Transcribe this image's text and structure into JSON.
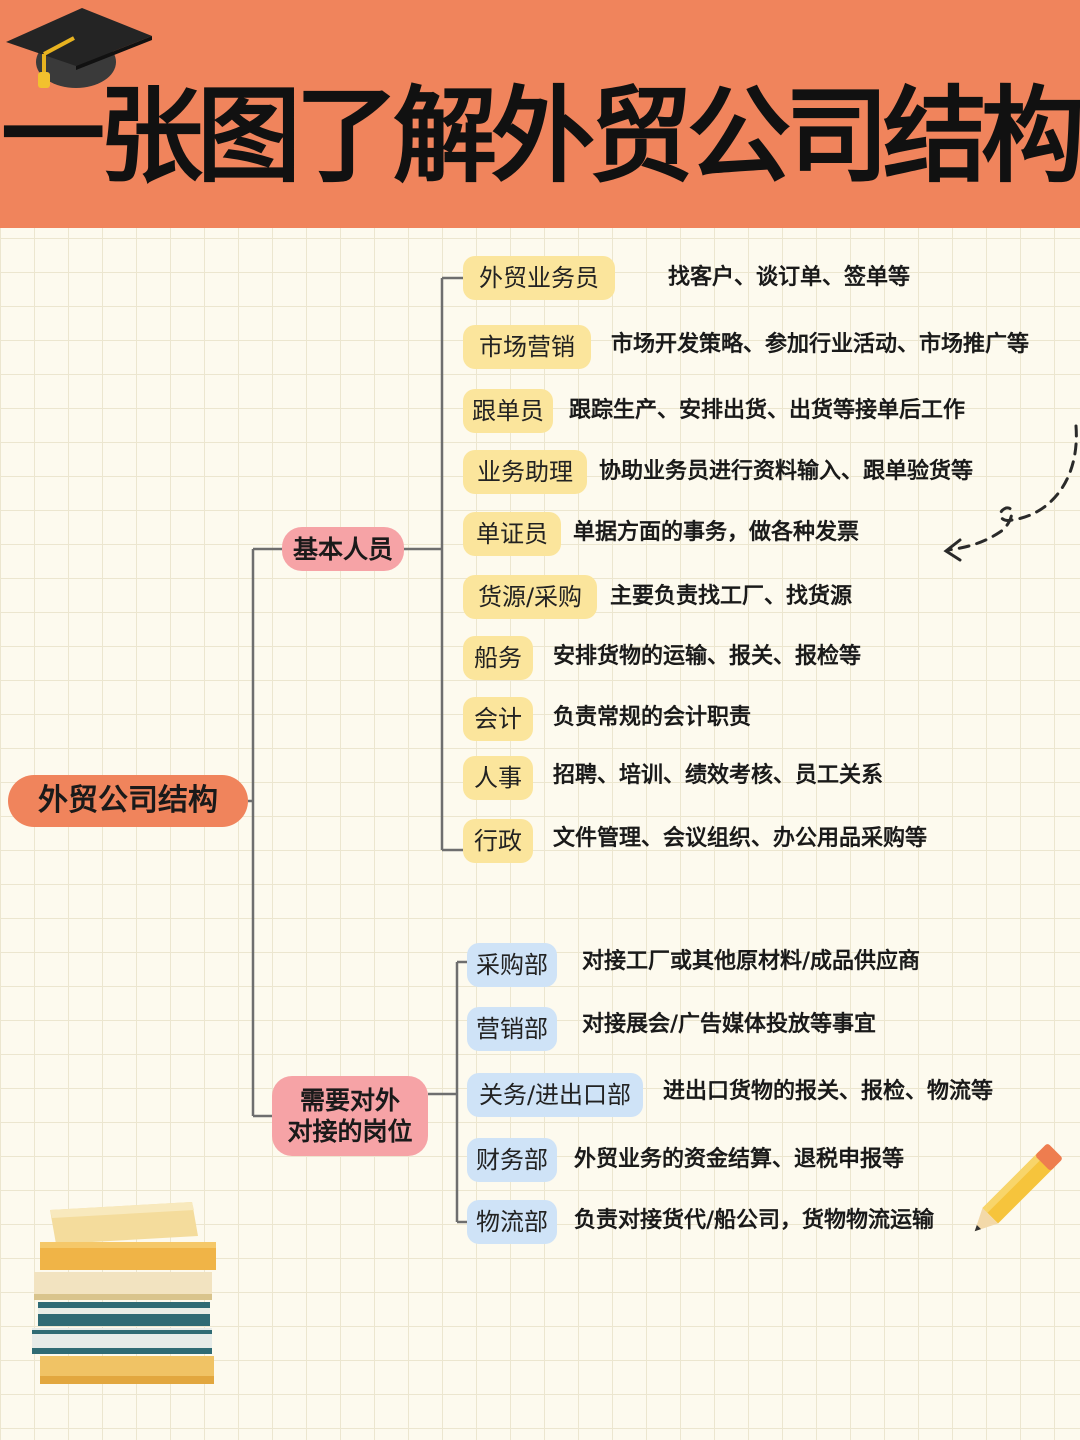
{
  "title": "一张图了解外贸公司结构",
  "root": "外贸公司结构",
  "groups": {
    "basic": {
      "label": "基本人员",
      "items": [
        {
          "role": "外贸业务员",
          "desc": "找客户、谈订单、签单等"
        },
        {
          "role": "市场营销",
          "desc": "市场开发策略、参加行业活动、市场推广等"
        },
        {
          "role": "跟单员",
          "desc": "跟踪生产、安排出货、出货等接单后工作"
        },
        {
          "role": "业务助理",
          "desc": "协助业务员进行资料输入、跟单验货等"
        },
        {
          "role": "单证员",
          "desc": "单据方面的事务，做各种发票"
        },
        {
          "role": "货源/采购",
          "desc": "主要负责找工厂、找货源"
        },
        {
          "role": "船务",
          "desc": "安排货物的运输、报关、报检等"
        },
        {
          "role": "会计",
          "desc": "负责常规的会计职责"
        },
        {
          "role": "人事",
          "desc": "招聘、培训、绩效考核、员工关系"
        },
        {
          "role": "行政",
          "desc": "文件管理、会议组织、办公用品采购等"
        }
      ]
    },
    "external": {
      "label_line1": "需要对外",
      "label_line2": "对接的岗位",
      "items": [
        {
          "role": "采购部",
          "desc": "对接工厂或其他原材料/成品供应商"
        },
        {
          "role": "营销部",
          "desc": "对接展会/广告媒体投放等事宜"
        },
        {
          "role": "关务/进出口部",
          "desc": "进出口货物的报关、报检、物流等"
        },
        {
          "role": "财务部",
          "desc": "外贸业务的资金结算、退税申报等"
        },
        {
          "role": "物流部",
          "desc": "负责对接货代/船公司，货物物流运输"
        }
      ]
    }
  },
  "colors": {
    "header": "#f0845c",
    "root": "#f0845c",
    "group": "#f6a3a6",
    "leaf_basic": "#fbe59c",
    "leaf_external": "#cfe3f7",
    "background": "#fdfaee"
  },
  "decorations": [
    "graduation-cap-icon",
    "book-stack-icon",
    "pencil-icon",
    "dashed-arrow-icon"
  ]
}
